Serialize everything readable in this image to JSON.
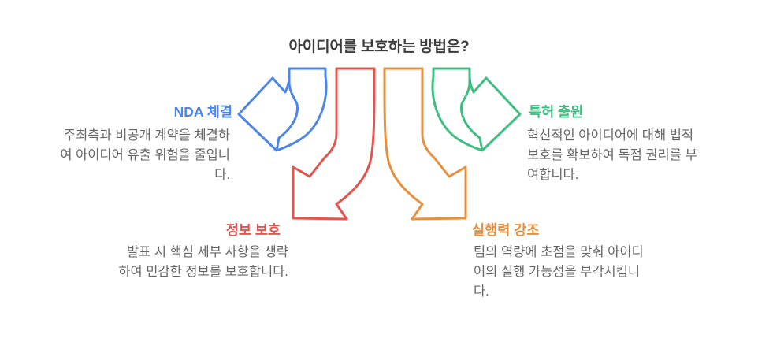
{
  "title": "아이디어를 보호하는 방법은?",
  "colors": {
    "blue": "#4e86e8",
    "red": "#e2544e",
    "orange": "#e88f3c",
    "green": "#3fbe81",
    "title_text": "#3d3d3d",
    "body_text": "#666666"
  },
  "branches": {
    "nda": {
      "label": "NDA 체결",
      "description": "주최측과 비공개 계약을 체결하\n여 아이디어 유출 위험을 줄입니\n다.",
      "direction": "left",
      "color": "#4e86e8"
    },
    "patent": {
      "label": "특허 출원",
      "description": "혁신적인 아이디어에 대해 법적\n보호를 확보하여 독점 권리를 부\n여합니다.",
      "direction": "right",
      "color": "#3fbe81"
    },
    "info": {
      "label": "정보 보호",
      "description": "발표 시 핵심 세부 사항을 생략\n하여 민감한 정보를 보호합니다.",
      "direction": "down-left",
      "color": "#e2544e"
    },
    "execution": {
      "label": "실행력 강조",
      "description": "팀의 역량에 초점을 맞춰 아이디\n어의 실행 가능성을 부각시킵니\n다.",
      "direction": "down-right",
      "color": "#e88f3c"
    }
  }
}
